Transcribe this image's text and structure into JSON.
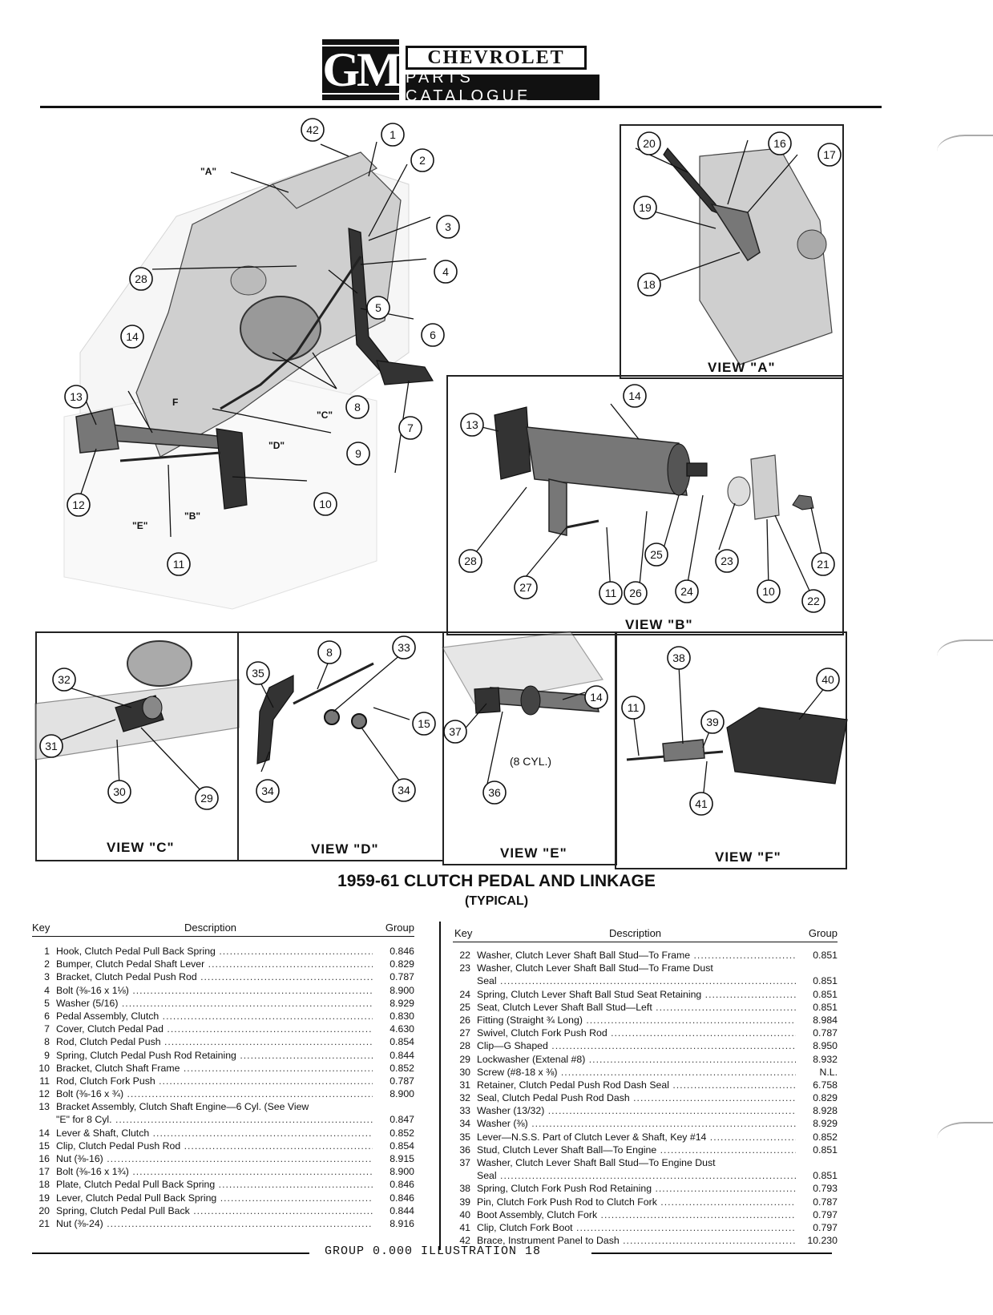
{
  "header": {
    "logo": "GM",
    "brand": "CHEVROLET",
    "catalogue": "PARTS CATALOGUE"
  },
  "views": {
    "main": {
      "tag_a": "\"A\"",
      "tag_b": "\"B\"",
      "tag_c": "\"C\"",
      "tag_d": "\"D\"",
      "tag_e": "\"E\"",
      "tag_f": "F"
    },
    "a": "VIEW \"A\"",
    "b": "VIEW \"B\"",
    "c": "VIEW \"C\"",
    "d": "VIEW \"D\"",
    "e": "VIEW \"E\"",
    "e_note": "(8 CYL.)",
    "f": "VIEW \"F\""
  },
  "figure": {
    "title": "1959-61 CLUTCH PEDAL AND LINKAGE",
    "subtitle": "(TYPICAL)"
  },
  "table": {
    "headers": {
      "key": "Key",
      "description": "Description",
      "group": "Group"
    },
    "left": [
      {
        "key": "1",
        "description": "Hook, Clutch Pedal Pull Back Spring",
        "group": "0.846"
      },
      {
        "key": "2",
        "description": "Bumper, Clutch Pedal Shaft Lever",
        "group": "0.829"
      },
      {
        "key": "3",
        "description": "Bracket, Clutch Pedal Push Rod",
        "group": "0.787"
      },
      {
        "key": "4",
        "description": "Bolt (⅜-16 x 1⅛)",
        "group": "8.900"
      },
      {
        "key": "5",
        "description": "Washer (5/16)",
        "group": "8.929"
      },
      {
        "key": "6",
        "description": "Pedal Assembly, Clutch",
        "group": "0.830"
      },
      {
        "key": "7",
        "description": "Cover, Clutch Pedal Pad",
        "group": "4.630"
      },
      {
        "key": "8",
        "description": "Rod, Clutch Pedal Push",
        "group": "0.854"
      },
      {
        "key": "9",
        "description": "Spring, Clutch Pedal Push Rod Retaining",
        "group": "0.844"
      },
      {
        "key": "10",
        "description": "Bracket, Clutch Shaft Frame",
        "group": "0.852"
      },
      {
        "key": "11",
        "description": "Rod, Clutch Fork Push",
        "group": "0.787"
      },
      {
        "key": "12",
        "description": "Bolt (⅜-16 x ¾)",
        "group": "8.900"
      },
      {
        "key": "13",
        "description": "Bracket Assembly, Clutch Shaft Engine—6 Cyl. (See View",
        "group": ""
      },
      {
        "key": "",
        "description": "\"E\" for 8 Cyl.",
        "group": "0.847"
      },
      {
        "key": "14",
        "description": "Lever & Shaft, Clutch",
        "group": "0.852"
      },
      {
        "key": "15",
        "description": "Clip, Clutch Pedal Push Rod",
        "group": "0.854"
      },
      {
        "key": "16",
        "description": "Nut (⅜-16)",
        "group": "8.915"
      },
      {
        "key": "17",
        "description": "Bolt (⅜-16 x 1¾)",
        "group": "8.900"
      },
      {
        "key": "18",
        "description": "Plate, Clutch Pedal Pull Back Spring",
        "group": "0.846"
      },
      {
        "key": "19",
        "description": "Lever, Clutch Pedal Pull Back Spring",
        "group": "0.846"
      },
      {
        "key": "20",
        "description": "Spring, Clutch Pedal Pull Back",
        "group": "0.844"
      },
      {
        "key": "21",
        "description": "Nut (⅜-24)",
        "group": "8.916"
      }
    ],
    "right": [
      {
        "key": "22",
        "description": "Washer, Clutch Lever Shaft Ball Stud—To Frame",
        "group": "0.851"
      },
      {
        "key": "23",
        "description": "Washer, Clutch Lever Shaft Ball Stud—To Frame Dust",
        "group": ""
      },
      {
        "key": "",
        "description": "Seal",
        "group": "0.851"
      },
      {
        "key": "24",
        "description": "Spring, Clutch Lever Shaft Ball Stud Seat Retaining",
        "group": "0.851"
      },
      {
        "key": "25",
        "description": "Seat, Clutch Lever Shaft Ball Stud—Left",
        "group": "0.851"
      },
      {
        "key": "26",
        "description": "Fitting (Straight ¾ Long)",
        "group": "8.984"
      },
      {
        "key": "27",
        "description": "Swivel, Clutch Fork Push Rod",
        "group": "0.787"
      },
      {
        "key": "28",
        "description": "Clip—G Shaped",
        "group": "8.950"
      },
      {
        "key": "29",
        "description": "Lockwasher (Extenal #8)",
        "group": "8.932"
      },
      {
        "key": "30",
        "description": "Screw (#8-18 x ⅜)",
        "group": "N.L."
      },
      {
        "key": "31",
        "description": "Retainer, Clutch Pedal Push Rod Dash Seal",
        "group": "6.758"
      },
      {
        "key": "32",
        "description": "Seal, Clutch Pedal Push Rod Dash",
        "group": "0.829"
      },
      {
        "key": "33",
        "description": "Washer (13/32)",
        "group": "8.928"
      },
      {
        "key": "34",
        "description": "Washer (⅜)",
        "group": "8.929"
      },
      {
        "key": "35",
        "description": "Lever—N.S.S. Part of Clutch Lever & Shaft, Key #14",
        "group": "0.852"
      },
      {
        "key": "36",
        "description": "Stud, Clutch Lever Shaft Ball—To Engine",
        "group": "0.851"
      },
      {
        "key": "37",
        "description": "Washer, Clutch Lever Shaft Ball Stud—To Engine Dust",
        "group": ""
      },
      {
        "key": "",
        "description": "Seal",
        "group": "0.851"
      },
      {
        "key": "38",
        "description": "Spring, Clutch Fork Push Rod Retaining",
        "group": "0.793"
      },
      {
        "key": "39",
        "description": "Pin, Clutch Fork Push Rod to Clutch Fork",
        "group": "0.787"
      },
      {
        "key": "40",
        "description": "Boot Assembly, Clutch Fork",
        "group": "0.797"
      },
      {
        "key": "41",
        "description": "Clip, Clutch Fork Boot",
        "group": "0.797"
      },
      {
        "key": "42",
        "description": "Brace, Instrument Panel to Dash",
        "group": "10.230"
      }
    ]
  },
  "footer": "GROUP 0.000 ILLUSTRATION 18"
}
